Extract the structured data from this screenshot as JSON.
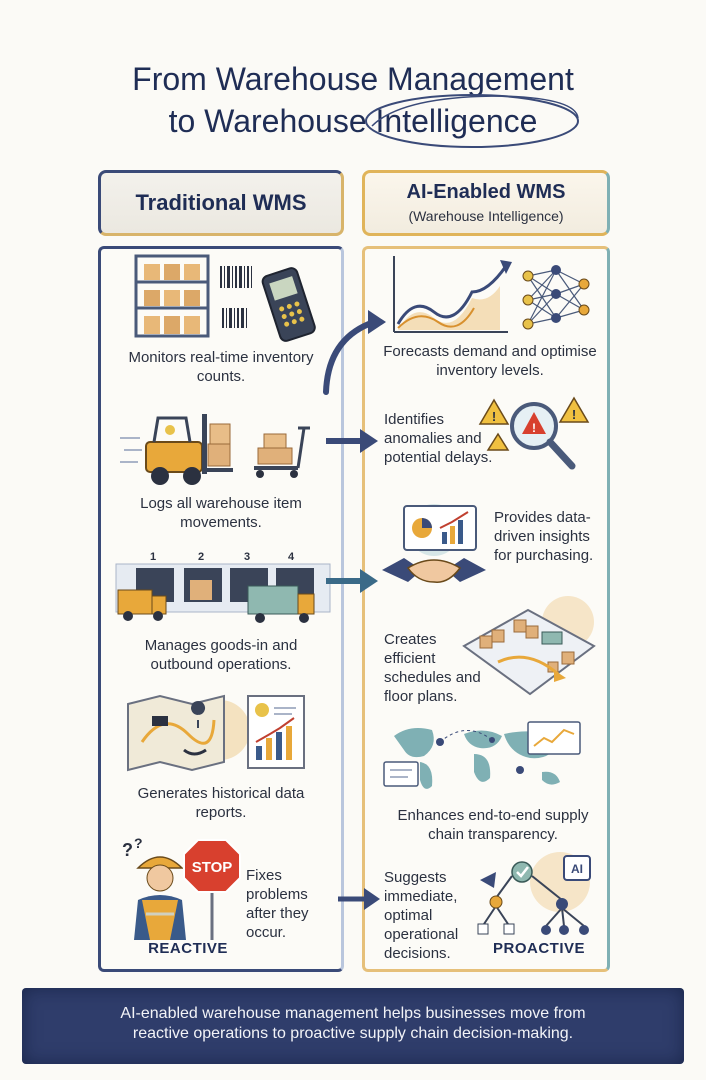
{
  "title": {
    "line1": "From Warehouse Management",
    "line2": "to Warehouse Intelligence"
  },
  "left_header": {
    "title": "Traditional WMS"
  },
  "right_header": {
    "title": "AI-Enabled WMS",
    "subtitle": "(Warehouse Intelligence)"
  },
  "left_items": [
    {
      "text": "Monitors real-time inventory counts."
    },
    {
      "text": "Logs all warehouse item movements."
    },
    {
      "text": "Manages goods-in and outbound operations."
    },
    {
      "text": "Generates historical data reports."
    },
    {
      "text": "Fixes problems after they occur."
    }
  ],
  "dock_numbers": [
    "1",
    "2",
    "3",
    "4"
  ],
  "stop_sign": "STOP",
  "ai_chip": "AI",
  "reactive_label": "REACTIVE",
  "right_items": [
    {
      "text": "Forecasts demand and optimise inventory levels."
    },
    {
      "text": "Identifies anomalies and potential delays."
    },
    {
      "text": "Provides data-driven insights for purchasing."
    },
    {
      "text": "Creates efficient schedules and floor plans."
    },
    {
      "text": "Enhances end-to-end supply chain transparency."
    },
    {
      "text": "Suggests immediate, optimal operational decisions."
    }
  ],
  "proactive_label": "PROACTIVE",
  "footer": {
    "line1": "AI-enabled warehouse management helps businesses move from",
    "line2": "reactive operations to proactive supply chain decision-making."
  },
  "colors": {
    "navy": "#1f2d55",
    "gold": "#e0b45a",
    "teal": "#7fb0b4",
    "footer_bg": "#2f3d6b"
  }
}
